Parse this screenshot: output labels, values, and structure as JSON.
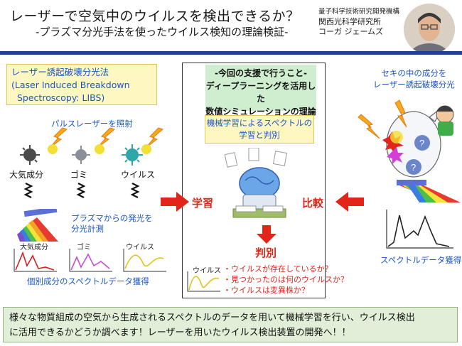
{
  "header": {
    "title": "レーザーで空気中のウイルスを検出できるか？",
    "subtitle": "-プラズマ分光手法を使ったウイルス検知の理論検証-",
    "affiliation": [
      "量子科学技術研究開発機構",
      "関西光科学研究所",
      "コーガ ジェームズ"
    ]
  },
  "left": {
    "box_lines": [
      "レーザー誘起破壊分光法",
      "(Laser Induced Breakdown",
      "Spectroscopy: LIBS)"
    ],
    "pulse_label": "パルスレーザーを照射",
    "targets": [
      "大気成分",
      "ゴミ",
      "ウイルス"
    ],
    "emission_lines": [
      "プラズマからの発光を",
      "分光計測"
    ],
    "spectra_labels": [
      "大気成分",
      "ゴミ",
      "ウイルス"
    ],
    "footer": "個別成分のスペクトルデータ獲得"
  },
  "center": {
    "support_lines": [
      "-今回の支援で行うこと-",
      "ディープラーニングを活用した",
      "数値シミュレーションの理論検証"
    ],
    "ml_lines": [
      "機械学習によるスペクトルの",
      "学習と判別"
    ],
    "learn": "学習",
    "compare": "比較",
    "judge": "判別",
    "virus_label": "ウイルス",
    "bullets": [
      "・ウイルスが存在しているか？",
      "・見つかったのは何のウイルスか？",
      "・ウイルスは変異株か？"
    ]
  },
  "right": {
    "lines": [
      "セキの中の成分を",
      "レーザー誘起破壊分光"
    ],
    "footer": "スペクトルデータ獲得"
  },
  "bottom": {
    "text_lines": [
      "様々な物質組成の空気から生成されるスペクトルのデータを用いて機械学習を行い、ウイルス検出",
      "に活用できるかどうか調べます！レーザーを用いたウイルス検出装置の開発へ！！"
    ]
  },
  "colors": {
    "accent_blue": "#1a56c4",
    "red": "#e0261b",
    "navy_bar": "#1f3f8f",
    "bottom_bg": "#e1efd8"
  }
}
